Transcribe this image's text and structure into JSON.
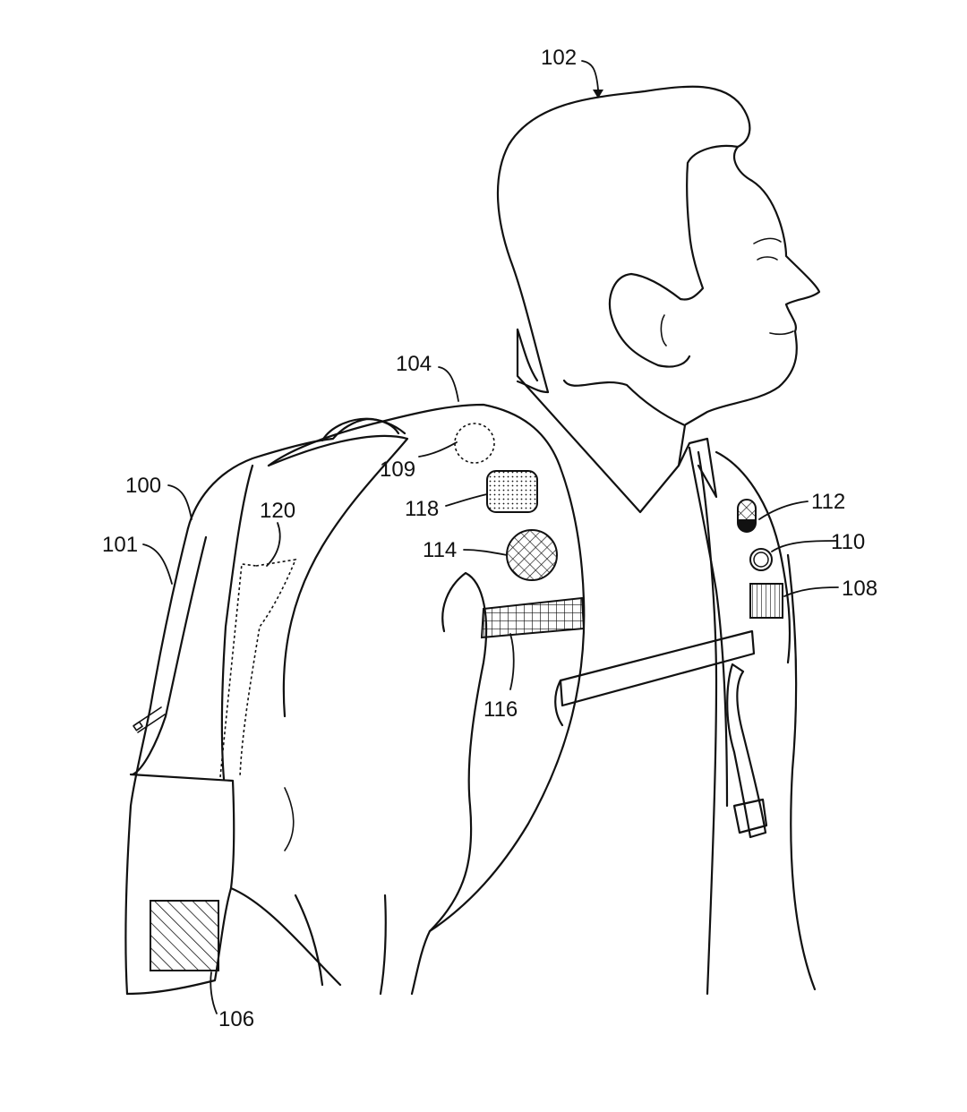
{
  "figure": {
    "labels": {
      "user": "102",
      "shoulder_strap": "104",
      "backpack": "100",
      "backpack_body": "101",
      "inner_pocket": "120",
      "sensor_109": "109",
      "pad_118": "118",
      "mesh_pad_114": "114",
      "chest_band_116": "116",
      "control_112": "112",
      "button_110": "110",
      "panel_108": "108",
      "panel_106": "106"
    },
    "colors": {
      "line": "#111111",
      "background": "#ffffff"
    }
  }
}
